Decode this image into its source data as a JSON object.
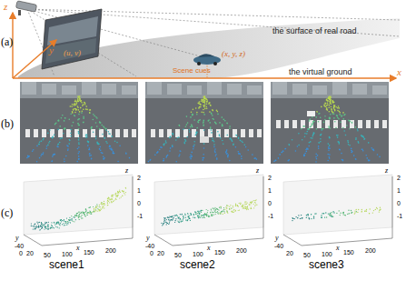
{
  "diagram": {
    "labels": [
      "(a)",
      "z",
      "y",
      "(u, v)",
      "(x, y, z)",
      "Scene cues",
      "the surface of real road",
      "the virtual ground",
      "x",
      "(b)",
      "(c)",
      "z",
      "2",
      "1",
      "0",
      "-1",
      "y",
      "-40",
      "0",
      "20",
      "x",
      "50",
      "100",
      "150",
      "200",
      "scene1",
      "z",
      "2",
      "1",
      "0",
      "-1",
      "y",
      "-40",
      "0",
      "20",
      "x",
      "50",
      "100",
      "150",
      "200",
      "scene2",
      "z",
      "2",
      "1",
      "0",
      "-1",
      "y",
      "-40",
      "20",
      "x",
      "50",
      "100",
      "150",
      "200",
      "scene3"
    ]
  }
}
